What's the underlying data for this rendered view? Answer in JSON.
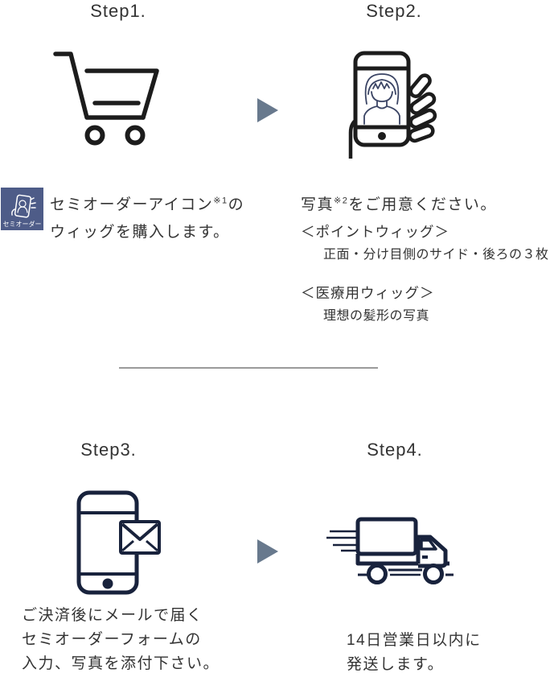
{
  "colors": {
    "badge_bg": "#4e5c88",
    "icon_black": "#1c1c1c",
    "icon_navy": "#18223c",
    "arrow": "#68798d",
    "divider": "#9a9a9a",
    "text": "#333333"
  },
  "icons": {
    "step1": "shopping-cart-icon",
    "step2": "smartphone-photo-icon",
    "step3": "smartphone-mail-icon",
    "step4": "delivery-truck-icon",
    "badge": "semi-order-badge-icon",
    "arrow": "arrow-right-icon"
  },
  "steps": {
    "step1": {
      "title": "Step1.",
      "badge_label": "セミオーダー",
      "caption_pre": "セミオーダーアイコン",
      "caption_sup": "※1",
      "caption_post": "の",
      "caption_line2": "ウィッグを購入します。"
    },
    "step2": {
      "title": "Step2.",
      "heading_pre": "写真",
      "heading_sup": "※2",
      "heading_post": "をご用意ください。",
      "groups": [
        {
          "label": "＜ポイントウィッグ＞",
          "detail": "正面・分け目側のサイド・後ろの３枚"
        },
        {
          "label": "＜医療用ウィッグ＞",
          "detail": "理想の髪形の写真"
        }
      ]
    },
    "step3": {
      "title": "Step3.",
      "lines": [
        "ご決済後にメールで届く",
        "セミオーダーフォームの",
        "入力、写真を添付下さい。"
      ]
    },
    "step4": {
      "title": "Step4.",
      "lines": [
        "14日営業日以内に",
        "発送します。"
      ]
    }
  }
}
